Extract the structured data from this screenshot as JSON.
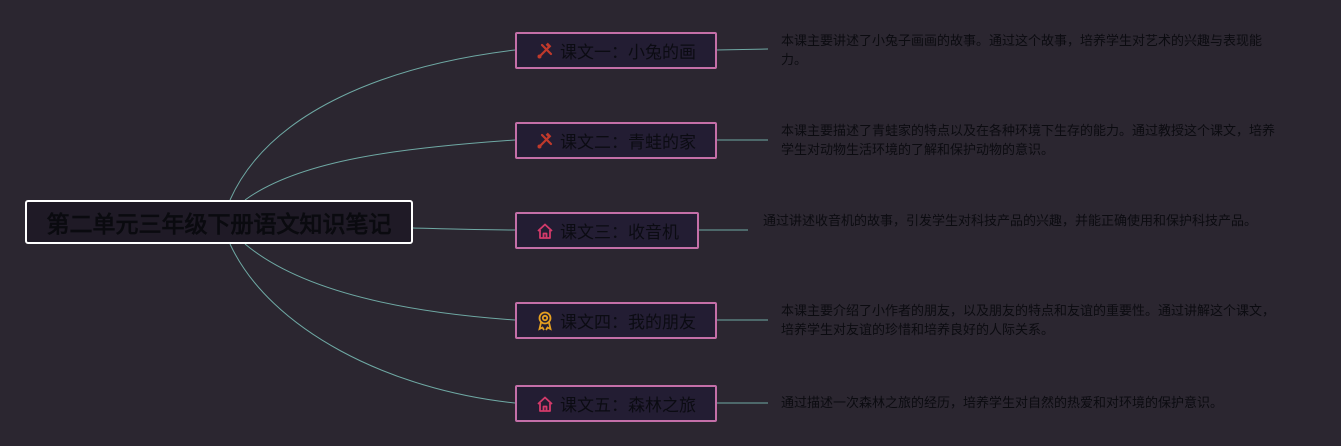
{
  "root": {
    "title": "第二单元三年级下册语文知识笔记"
  },
  "colors": {
    "background": "#2b2630",
    "node_border": "#c46fa8",
    "node_fill": "#231d33",
    "connector": "#6fa9a4",
    "icon_red": "#c0392b",
    "icon_pink": "#d33a6a",
    "icon_gold": "#e6a020"
  },
  "lessons": [
    {
      "label": "课文一：小兔的画",
      "icon": "tools-icon",
      "description": "本课主要讲述了小兔子画画的故事。通过这个故事，培养学生对艺术的兴趣与表现能力。"
    },
    {
      "label": "课文二：青蛙的家",
      "icon": "tools-icon",
      "description": "本课主要描述了青蛙家的特点以及在各种环境下生存的能力。通过教授这个课文，培养学生对动物生活环境的了解和保护动物的意识。"
    },
    {
      "label": "课文三：收音机",
      "icon": "home-icon",
      "description": "通过讲述收音机的故事，引发学生对科技产品的兴趣，并能正确使用和保护科技产品。"
    },
    {
      "label": "课文四：我的朋友",
      "icon": "award-icon",
      "description": "本课主要介绍了小作者的朋友，以及朋友的特点和友谊的重要性。通过讲解这个课文，培养学生对友谊的珍惜和培养良好的人际关系。"
    },
    {
      "label": "课文五：森林之旅",
      "icon": "home-icon",
      "description": "通过描述一次森林之旅的经历，培养学生对自然的热爱和对环境的保护意识。"
    }
  ]
}
